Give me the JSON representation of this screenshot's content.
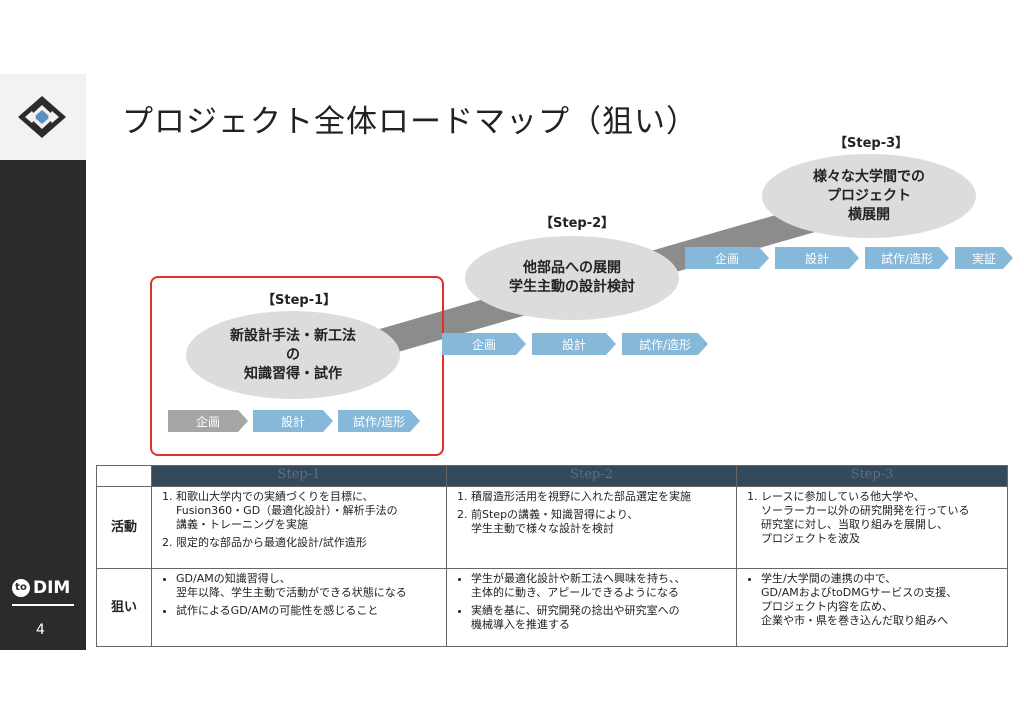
{
  "title": "プロジェクト全体ロードマップ（狙い）",
  "sidebar": {
    "brand": "DIM",
    "brand_prefix": "to",
    "page": "4"
  },
  "roadmap": {
    "step1": {
      "label": "【Step-1】",
      "text": "新設計手法・新工法\nの\n知識習得・試作",
      "phases": [
        "企画",
        "設計",
        "試作/造形"
      ]
    },
    "step2": {
      "label": "【Step-2】",
      "text": "他部品への展開\n学生主動の設計検討",
      "phases": [
        "企画",
        "設計",
        "試作/造形"
      ]
    },
    "step3": {
      "label": "【Step-3】",
      "text": "様々な大学間での\nプロジェクト\n横展開",
      "phases": [
        "企画",
        "設計",
        "試作/造形",
        "実証"
      ]
    }
  },
  "table": {
    "headers": [
      "Step-1",
      "Step-2",
      "Step-3"
    ],
    "rows": [
      {
        "label": "活動",
        "cells": [
          [
            "和歌山大学内での実績づくりを目標に、\nFusion360・GD（最適化設計）・解析手法の\n講義・トレーニングを実施",
            "限定的な部品から最適化設計/試作造形"
          ],
          [
            "積層造形活用を視野に入れた部品選定を実施",
            "前Stepの講義・知識習得により、\n学生主動で様々な設計を検討"
          ],
          [
            "レースに参加している他大学や、\nソーラーカー以外の研究開発を行っている\n研究室に対し、当取り組みを展開し、\nプロジェクトを波及"
          ]
        ]
      },
      {
        "label": "狙い",
        "cells": [
          [
            "GD/AMの知識習得し、\n翌年以降、学生主動で活動ができる状態になる",
            "試作によるGD/AMの可能性を感じること"
          ],
          [
            "学生が最適化設計や新工法へ興味を持ち、、\n主体的に動き、アピールできるようになる",
            "実績を基に、研究開発の捻出や研究室への\n機械導入を推進する"
          ],
          [
            "学生/大学間の連携の中で、\nGD/AMおよびtoDMGサービスの支援、\nプロジェクト内容を広め、\n企業や市・県を巻き込んだ取り組みへ"
          ]
        ]
      }
    ]
  }
}
